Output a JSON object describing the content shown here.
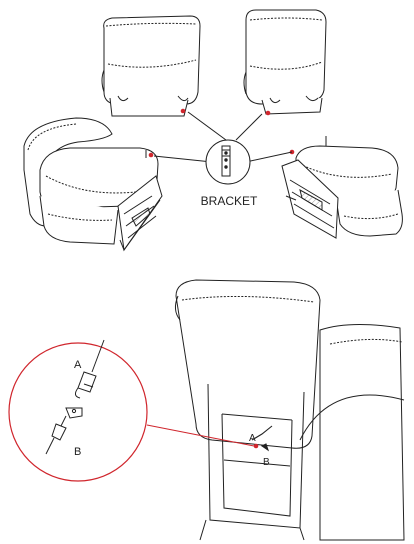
{
  "labels": {
    "bracket": "BRACKET",
    "a_detail": "A",
    "b_detail": "B",
    "a_scene": "A",
    "b_scene": "B"
  },
  "colors": {
    "line": "#222222",
    "accent": "#d0262d",
    "shadow": "#bdbdbd"
  }
}
